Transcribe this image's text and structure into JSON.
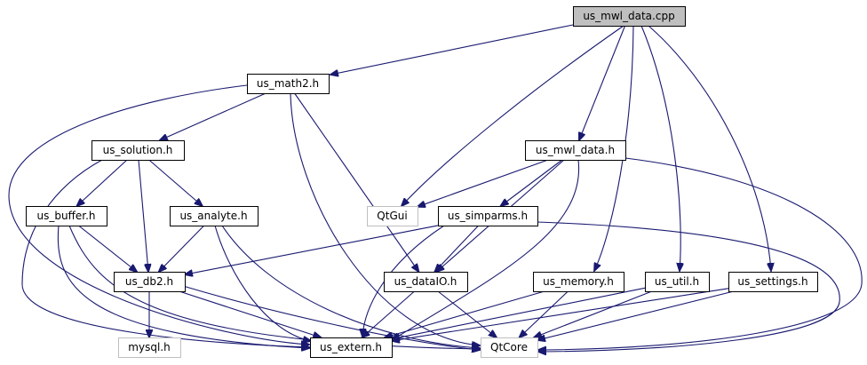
{
  "nodes": [
    {
      "id": "root",
      "label": "us_mwl_data.cpp",
      "style": "root"
    },
    {
      "id": "math2",
      "label": "us_math2.h",
      "style": "normal"
    },
    {
      "id": "solution",
      "label": "us_solution.h",
      "style": "normal"
    },
    {
      "id": "mwl",
      "label": "us_mwl_data.h",
      "style": "normal"
    },
    {
      "id": "buffer",
      "label": "us_buffer.h",
      "style": "normal"
    },
    {
      "id": "analyte",
      "label": "us_analyte.h",
      "style": "normal"
    },
    {
      "id": "qtgui",
      "label": "QtGui",
      "style": "external"
    },
    {
      "id": "simparms",
      "label": "us_simparms.h",
      "style": "normal"
    },
    {
      "id": "db2",
      "label": "us_db2.h",
      "style": "normal"
    },
    {
      "id": "dataio",
      "label": "us_dataIO.h",
      "style": "normal"
    },
    {
      "id": "memory",
      "label": "us_memory.h",
      "style": "normal"
    },
    {
      "id": "util",
      "label": "us_util.h",
      "style": "normal"
    },
    {
      "id": "settings",
      "label": "us_settings.h",
      "style": "normal"
    },
    {
      "id": "mysql",
      "label": "mysql.h",
      "style": "external"
    },
    {
      "id": "extern",
      "label": "us_extern.h",
      "style": "normal"
    },
    {
      "id": "qtcore",
      "label": "QtCore",
      "style": "external"
    }
  ],
  "edges": [
    [
      "root",
      "math2"
    ],
    [
      "root",
      "qtgui"
    ],
    [
      "root",
      "mwl"
    ],
    [
      "root",
      "memory"
    ],
    [
      "root",
      "util"
    ],
    [
      "root",
      "settings"
    ],
    [
      "math2",
      "solution"
    ],
    [
      "math2",
      "dataio"
    ],
    [
      "math2",
      "extern"
    ],
    [
      "math2",
      "qtcore"
    ],
    [
      "solution",
      "buffer"
    ],
    [
      "solution",
      "analyte"
    ],
    [
      "solution",
      "db2"
    ],
    [
      "solution",
      "extern"
    ],
    [
      "mwl",
      "qtgui"
    ],
    [
      "mwl",
      "simparms"
    ],
    [
      "mwl",
      "dataio"
    ],
    [
      "mwl",
      "extern"
    ],
    [
      "mwl",
      "qtcore"
    ],
    [
      "buffer",
      "db2"
    ],
    [
      "buffer",
      "extern"
    ],
    [
      "buffer",
      "qtcore"
    ],
    [
      "analyte",
      "db2"
    ],
    [
      "analyte",
      "extern"
    ],
    [
      "analyte",
      "qtcore"
    ],
    [
      "simparms",
      "db2"
    ],
    [
      "simparms",
      "dataio"
    ],
    [
      "simparms",
      "extern"
    ],
    [
      "simparms",
      "qtcore"
    ],
    [
      "db2",
      "mysql"
    ],
    [
      "db2",
      "extern"
    ],
    [
      "db2",
      "qtcore"
    ],
    [
      "dataio",
      "extern"
    ],
    [
      "dataio",
      "qtcore"
    ],
    [
      "memory",
      "extern"
    ],
    [
      "memory",
      "qtcore"
    ],
    [
      "util",
      "extern"
    ],
    [
      "util",
      "qtcore"
    ],
    [
      "settings",
      "extern"
    ],
    [
      "settings",
      "qtcore"
    ]
  ],
  "colors": {
    "edge": "#191970",
    "root_fill": "#bfbfbf",
    "external_border": "#bfbfbf",
    "node_border": "#000000"
  }
}
